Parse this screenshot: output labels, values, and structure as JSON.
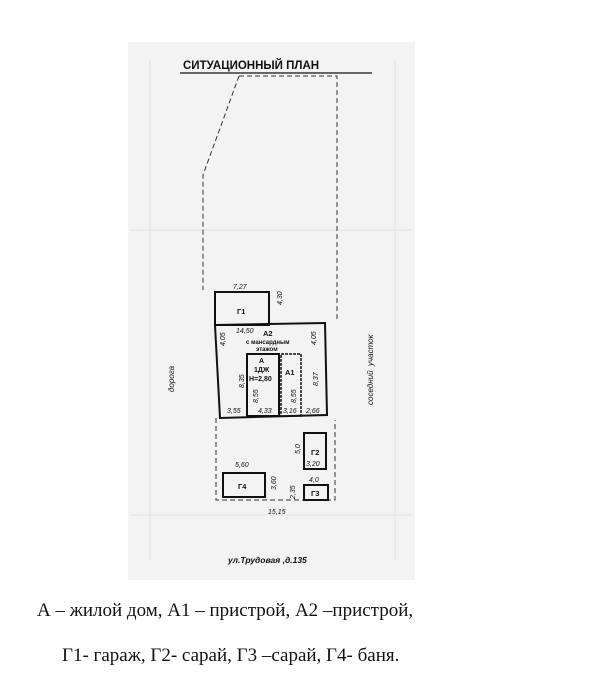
{
  "title": "СИТУАЦИОННЫЙ ПЛАН",
  "address": "ул.Трудовая ,д.135",
  "labels": {
    "road": "дорога",
    "neighbor": "соседний  участок",
    "G1": "Г1",
    "A2_name": "А2",
    "A2_sub1": "с мансардным",
    "A2_sub2": "этажом",
    "A_name": "А",
    "A_sub1": "1ДЖ",
    "A_sub2": "Н=2,80",
    "A1": "А1",
    "G2": "Г2",
    "G3": "Г3",
    "G4": "Г4"
  },
  "dimensions": {
    "g1_width": "7,27",
    "g1_depth": "4,30",
    "a2_width": "14,50",
    "a2_left": "4,05",
    "a2_right": "4,05",
    "side_left": "8,35",
    "a_inner": "8,55",
    "a1_inner": "8,55",
    "side_right": "8,37",
    "bottom_1": "3,55",
    "bottom_2": "4,33",
    "bottom_3": "3,16",
    "bottom_4": "2,66",
    "g2_height": "5,0",
    "g2_width": "3,20",
    "g3_width": "4,0",
    "g3_height": "2,35",
    "g4_width": "5,60",
    "g4_height": "3,60",
    "lot_width": "15,15"
  },
  "legend": {
    "line1": "А – жилой дом, А1 – пристрой, А2 –пристрой,",
    "line2": "Г1- гараж, Г2- сарай, Г3 –сарай, Г4- баня."
  }
}
